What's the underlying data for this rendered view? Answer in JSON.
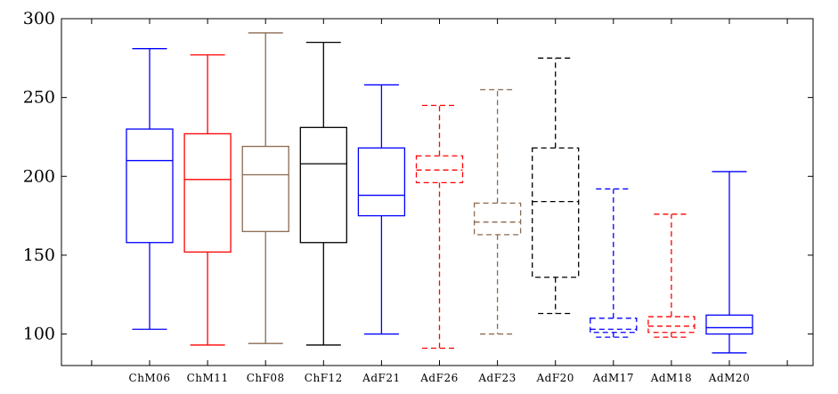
{
  "chart_data": {
    "type": "box",
    "title": "",
    "xlabel": "",
    "ylabel": "",
    "ylim": [
      80,
      300
    ],
    "yticks": [
      100,
      150,
      200,
      250,
      300
    ],
    "grid": false,
    "legend": "none",
    "categories": [
      "ChM06",
      "ChM11",
      "ChF08",
      "ChF12",
      "AdF21",
      "AdF26",
      "AdF23",
      "AdF20",
      "AdM17",
      "AdM18",
      "AdM20"
    ],
    "boxes": [
      {
        "label": "ChM06",
        "min": 103,
        "q1": 158,
        "median": 210,
        "q3": 230,
        "max": 281,
        "color": "#0000ff",
        "style": "solid"
      },
      {
        "label": "ChM11",
        "min": 93,
        "q1": 152,
        "median": 198,
        "q3": 227,
        "max": 277,
        "color": "#ff0000",
        "style": "solid"
      },
      {
        "label": "ChF08",
        "min": 94,
        "q1": 165,
        "median": 201,
        "q3": 219,
        "max": 291,
        "color": "#8b6a50",
        "style": "solid"
      },
      {
        "label": "ChF12",
        "min": 93,
        "q1": 158,
        "median": 208,
        "q3": 231,
        "max": 285,
        "color": "#000000",
        "style": "solid"
      },
      {
        "label": "AdF21",
        "min": 100,
        "q1": 175,
        "median": 188,
        "q3": 218,
        "max": 258,
        "color": "#0000ff",
        "style": "solid"
      },
      {
        "label": "AdF26",
        "min": 91,
        "q1": 196,
        "median": 204,
        "q3": 213,
        "max": 245,
        "color": "#ff0000",
        "style": "dashed"
      },
      {
        "label": "AdF23",
        "min": 100,
        "q1": 163,
        "median": 171,
        "q3": 183,
        "max": 255,
        "color": "#8b6a50",
        "style": "dashed"
      },
      {
        "label": "AdF20",
        "min": 113,
        "q1": 136,
        "median": 184,
        "q3": 218,
        "max": 275,
        "color": "#000000",
        "style": "dashed"
      },
      {
        "label": "AdM17",
        "min": 98,
        "q1": 101,
        "median": 103,
        "q3": 110,
        "max": 192,
        "color": "#0000ff",
        "style": "dashed"
      },
      {
        "label": "AdM18",
        "min": 98,
        "q1": 101,
        "median": 105,
        "q3": 111,
        "max": 176,
        "color": "#ff0000",
        "style": "dashed"
      },
      {
        "label": "AdM20",
        "min": 88,
        "q1": 100,
        "median": 104,
        "q3": 112,
        "max": 203,
        "color": "#0000ff",
        "style": "solid"
      }
    ]
  }
}
